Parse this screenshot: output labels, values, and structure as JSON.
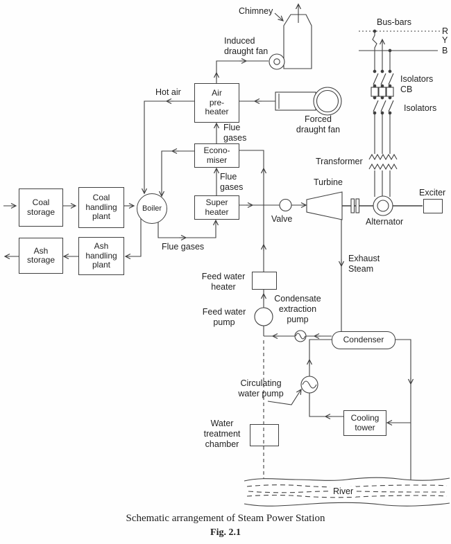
{
  "figure_type": "schematic-diagram",
  "caption": {
    "title": "Schematic arrangement of Steam Power Station",
    "figure": "Fig. 2.1"
  },
  "colors": {
    "ink": "#3f3f3f",
    "text": "#1f1f1f",
    "background": "#ffffff"
  },
  "boxes": {
    "coal_storage": "Coal\nstorage",
    "coal_handling": "Coal\nhandling\nplant",
    "ash_storage": "Ash\nstorage",
    "ash_handling": "Ash\nhandling\nplant",
    "air_preheater": "Air\npre-\nheater",
    "economiser": "Econo-\nmiser",
    "super_heater": "Super\nheater",
    "boiler": "Boiler",
    "condenser": "Condenser",
    "cooling_tower": "Cooling\ntower"
  },
  "labels": {
    "chimney": "Chimney",
    "induced_fan": "Induced\ndraught fan",
    "hot_air": "Hot air",
    "flue_top": "Flue\ngases",
    "flue_mid": "Flue\ngases",
    "flue_bottom": "Flue gases",
    "forced_fan": "Forced\ndraught fan",
    "bus_bars": "Bus-bars",
    "phase_r": "R",
    "phase_y": "Y",
    "phase_b": "B",
    "isolators_top": "Isolators",
    "cb": "CB",
    "isolators_bottom": "Isolators",
    "transformer": "Transformer",
    "turbine": "Turbine",
    "valve": "Valve",
    "alternator": "Alternator",
    "exciter": "Exciter",
    "exhaust_steam": "Exhaust\nSteam",
    "feed_water_heater": "Feed water\nheater",
    "feed_water_pump": "Feed water\npump",
    "condensate_pump": "Condensate\nextraction\npump",
    "circulating_pump": "Circulating\nwater pump",
    "water_treatment": "Water\ntreatment\nchamber",
    "river": "River"
  }
}
